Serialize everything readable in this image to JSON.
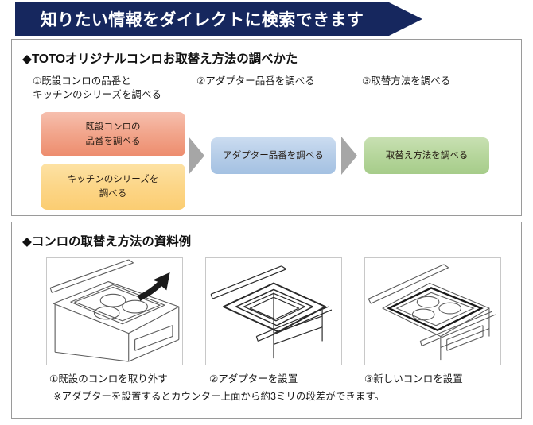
{
  "header": {
    "title": "知りたい情報をダイレクトに検索できます",
    "background_color": "#16275e",
    "text_color": "#ffffff",
    "shape": "arrow-banner"
  },
  "flow_section": {
    "heading": "◆TOTOオリジナルコンロお取替え方法の調べかた",
    "steps": [
      {
        "label": "①既設コンロの品番と\nキッチンのシリーズを調べる"
      },
      {
        "label": "②アダプター品番を調べる"
      },
      {
        "label": "③取替方法を調べる"
      }
    ],
    "boxes": [
      {
        "id": "existing-stove",
        "label": "既設コンロの\n品番を調べる",
        "color": "#ed8c6d"
      },
      {
        "id": "kitchen-series",
        "label": "キッチンのシリーズを\n調べる",
        "color": "#fbcd72"
      },
      {
        "id": "adapter-number",
        "label": "アダプター品番を調べる",
        "color": "#a4c1e2"
      },
      {
        "id": "replace-method",
        "label": "取替え方法を調べる",
        "color": "#a6cc8a"
      }
    ],
    "arrow_color": "#a6a6a6"
  },
  "examples_section": {
    "heading": "◆コンロの取替え方法の資料例",
    "illustrations": [
      {
        "id": "remove-existing-stove",
        "caption": "①既設のコンロを取り外す",
        "icon": "cooktop-lift-out-arrow-icon"
      },
      {
        "id": "install-adapter",
        "caption": "②アダプターを設置",
        "icon": "counter-adapter-frame-icon"
      },
      {
        "id": "install-new-stove",
        "caption": "③新しいコンロを設置",
        "icon": "new-cooktop-installed-icon"
      }
    ],
    "note": "※アダプターを設置するとカウンター上面から約3ミリの段差ができます。"
  }
}
